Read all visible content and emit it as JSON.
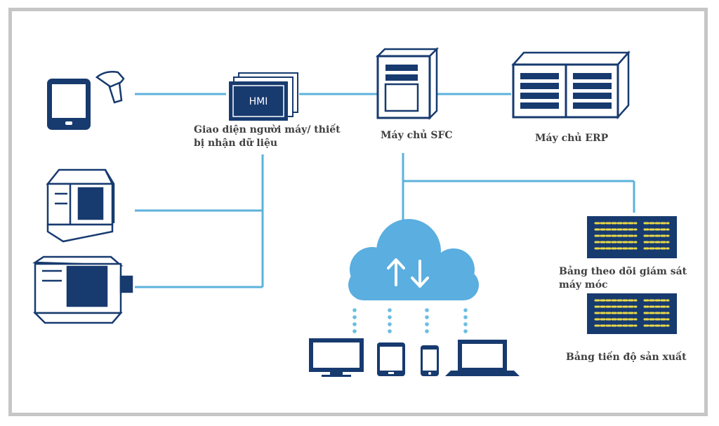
{
  "labels": {
    "hmi_screen": "HMI",
    "hmi": "Giao diện người máy/ thiết bị nhận dữ liệu",
    "sfc": "Máy chủ SFC",
    "erp": "Máy chủ ERP",
    "monitor_board": "Bảng theo dõi giám sát máy móc",
    "progress_board": "Bảng tiến độ sản xuất"
  },
  "colors": {
    "navy": "#173a6f",
    "line": "#5cb2dc",
    "cloud": "#5aaee0",
    "dots": "#6bbde0",
    "board_text": "#e8d84a"
  }
}
